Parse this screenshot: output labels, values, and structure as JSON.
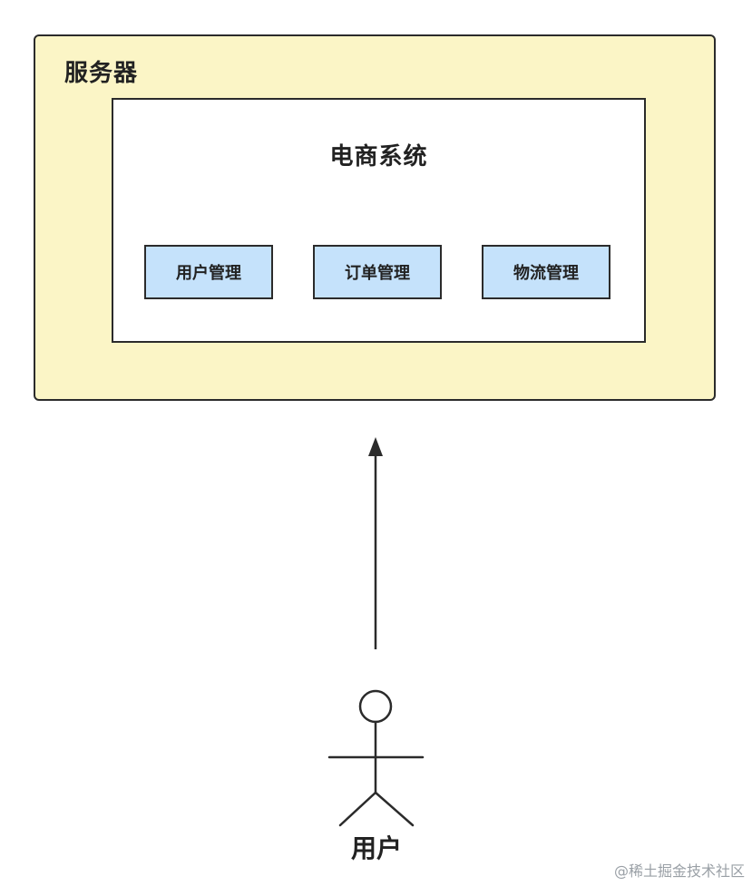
{
  "server": {
    "title": "服务器"
  },
  "system": {
    "title": "电商系统",
    "modules": [
      {
        "label": "用户管理"
      },
      {
        "label": "订单管理"
      },
      {
        "label": "物流管理"
      }
    ]
  },
  "actor": {
    "label": "用户"
  },
  "watermark": "@稀土掘金技术社区",
  "colors": {
    "server_fill": "#fbf5c6",
    "system_fill": "#ffffff",
    "module_fill": "#c5e2fb",
    "stroke": "#2b2b2b"
  }
}
